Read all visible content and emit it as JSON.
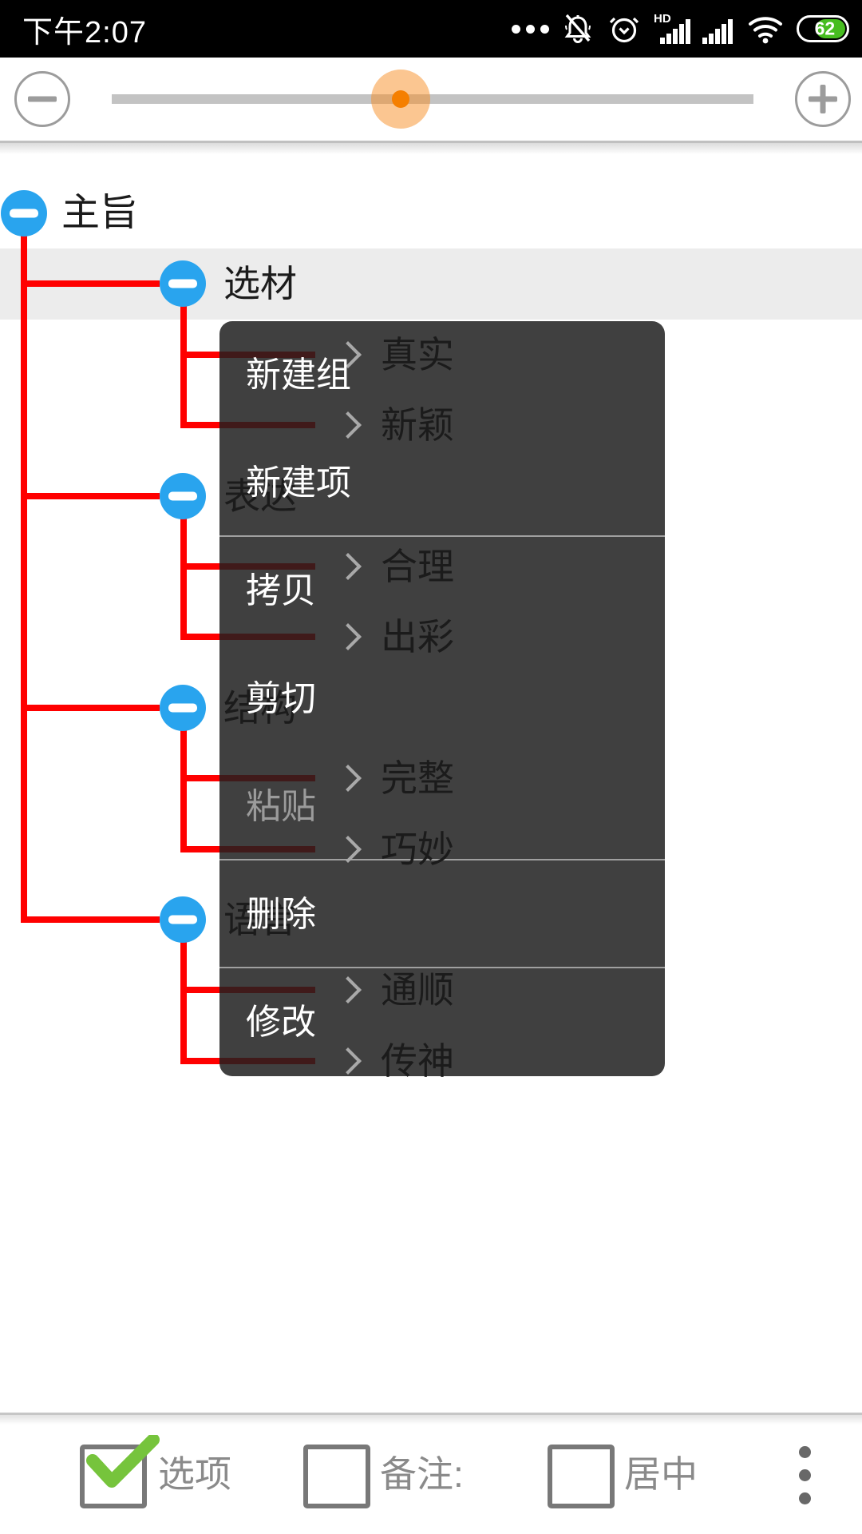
{
  "status_bar": {
    "time": "下午2:07",
    "battery_percent": "62",
    "icons": [
      "more-dots",
      "notifications-muted",
      "alarm",
      "hd-signal",
      "signal",
      "wifi",
      "battery"
    ]
  },
  "zoom_bar": {
    "minus": "minus",
    "plus": "plus",
    "thumb_position": 0.45
  },
  "tree": {
    "rows": [
      {
        "name": "main-topic",
        "label": "主旨",
        "depth": 0,
        "selected": false
      },
      {
        "name": "material",
        "label": "选材",
        "depth": 1,
        "selected": true
      },
      {
        "name": "real",
        "label": "真实",
        "depth": 2,
        "selected": false
      },
      {
        "name": "novel",
        "label": "新颖",
        "depth": 2,
        "selected": false
      },
      {
        "name": "expression",
        "label": "表达",
        "depth": 1,
        "selected": false
      },
      {
        "name": "reasonable",
        "label": "合理",
        "depth": 2,
        "selected": false
      },
      {
        "name": "brilliant",
        "label": "出彩",
        "depth": 2,
        "selected": false
      },
      {
        "name": "structure",
        "label": "结构",
        "depth": 1,
        "selected": false
      },
      {
        "name": "complete",
        "label": "完整",
        "depth": 2,
        "selected": false
      },
      {
        "name": "clever",
        "label": "巧妙",
        "depth": 2,
        "selected": false
      },
      {
        "name": "language",
        "label": "语言",
        "depth": 1,
        "selected": false
      },
      {
        "name": "fluent",
        "label": "通顺",
        "depth": 2,
        "selected": false
      },
      {
        "name": "vivid",
        "label": "传神",
        "depth": 2,
        "selected": false
      }
    ]
  },
  "menu": {
    "items": [
      {
        "name": "new-group",
        "label": "新建组",
        "enabled": true,
        "separator_after": false
      },
      {
        "name": "new-item",
        "label": "新建项",
        "enabled": true,
        "separator_after": true
      },
      {
        "name": "copy",
        "label": "拷贝",
        "enabled": true,
        "separator_after": false
      },
      {
        "name": "cut",
        "label": "剪切",
        "enabled": true,
        "separator_after": false
      },
      {
        "name": "paste",
        "label": "粘贴",
        "enabled": false,
        "separator_after": true
      },
      {
        "name": "delete",
        "label": "删除",
        "enabled": true,
        "separator_after": true
      },
      {
        "name": "edit",
        "label": "修改",
        "enabled": true,
        "separator_after": false
      }
    ]
  },
  "toolbar": {
    "checkboxes": [
      {
        "name": "options",
        "label": "选项",
        "checked": true
      },
      {
        "name": "note",
        "label": "备注:",
        "checked": false
      },
      {
        "name": "center",
        "label": "居中",
        "checked": false
      }
    ]
  },
  "colors": {
    "connector": "#ff0000",
    "node_circle": "#29a4ee",
    "selected_band": "#ececec",
    "menu_bg": "rgba(30,30,30,0.85)",
    "battery_green": "#47bd20",
    "check_green": "#76c43c",
    "thumb_orange": "#f57f00"
  }
}
